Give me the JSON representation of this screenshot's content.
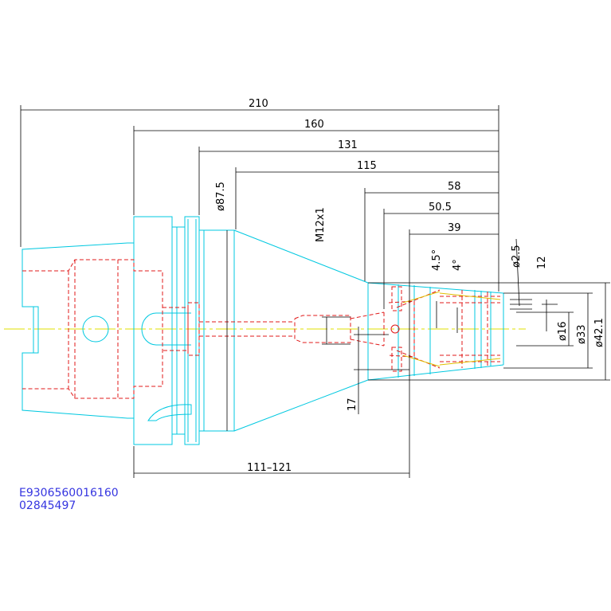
{
  "colors": {
    "outline": "#00c8e0",
    "hidden": "#e01818",
    "dimension": "#000000",
    "centerline": "#e0e000",
    "id_text": "#3535e0"
  },
  "dimensions": {
    "d210": "210",
    "d160": "160",
    "d131": "131",
    "d115": "115",
    "d58": "58",
    "d50_5": "50.5",
    "d39": "39",
    "dia87_5": "ø87.5",
    "m12": "M12x1",
    "ang4_5": "4.5°",
    "ang4": "4°",
    "dia2_5": "ø2.5",
    "d12": "12",
    "dia16": "ø16",
    "dia33": "ø33",
    "dia42_1": "ø42.1",
    "d17": "17",
    "d111_121": "111–121"
  },
  "part": {
    "code": "E9306560016160",
    "number": "02845497"
  }
}
